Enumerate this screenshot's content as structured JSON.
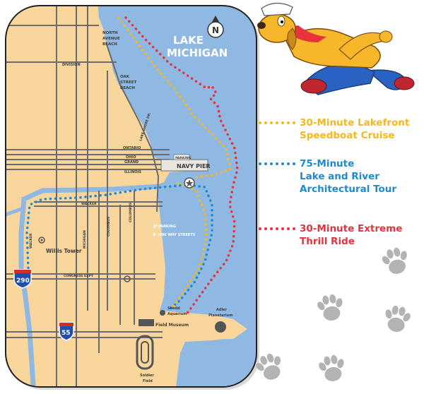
{
  "map": {
    "compass": "N",
    "lake_line1": "LAKE",
    "lake_line2": "MICHIGAN",
    "places": {
      "north_avenue_1": "NORTH",
      "north_avenue_2": "AVENUE",
      "north_avenue_3": "BEACH",
      "oak_street_1": "OAK",
      "oak_street_2": "STREET",
      "oak_street_3": "BEACH",
      "navy_pier": "NAVY PIER",
      "parking_pier": "PARKING",
      "willis_tower": "Willis Tower",
      "shedd_1": "Shedd",
      "shedd_2": "Aquarium",
      "adler_1": "Adler",
      "adler_2": "Planetarium",
      "field_museum": "Field Museum",
      "soldier_1": "Soldier",
      "soldier_2": "Field",
      "parking_key": "PARKING",
      "one_way_key": "ONE WAY STREETS"
    },
    "streets": {
      "division": "DIVISION",
      "ontario": "ONTARIO",
      "ohio": "OHIO",
      "grand": "GRAND",
      "illinois": "ILLINOIS",
      "wacker_h": "WACKER",
      "wacker_v": "WACKER",
      "columbus_1": "COLUMBUS",
      "columbus_2": "COLUMBUS",
      "michigan": "MICHIGAN",
      "lake_shore": "LAKE SHORE DR.",
      "congress": "CONGRESS EXPY"
    },
    "shields": {
      "i290": "290",
      "i55": "55"
    }
  },
  "legend": [
    {
      "line1": "30-Minute Lakefront",
      "line2": "Speedboat Cruise",
      "color": "#f6b81a"
    },
    {
      "line1": "75-Minute",
      "line2": "Lake and River",
      "line3": "Architectural Tour",
      "color": "#1d8ad0"
    },
    {
      "line1": "30-Minute Extreme",
      "line2": "Thrill Ride",
      "color": "#e8323c"
    }
  ],
  "colors": {
    "land": "#f8d69c",
    "water": "#8fb9e3",
    "road": "#6b6b6b",
    "yellow_route": "#f6b81a",
    "blue_route": "#1d8ad0",
    "red_route": "#e8323c",
    "paw": "#b3b3b3",
    "dog_body": "#f6b82a",
    "dog_pants": "#2a62c4"
  },
  "icons": {
    "compass": "north-arrow-icon",
    "mascot": "running-dog-sailor-icon",
    "paws": "paw-print-icon",
    "star": "star-icon",
    "parking": "parking-icon",
    "one_way": "one-way-arrow-icon"
  }
}
